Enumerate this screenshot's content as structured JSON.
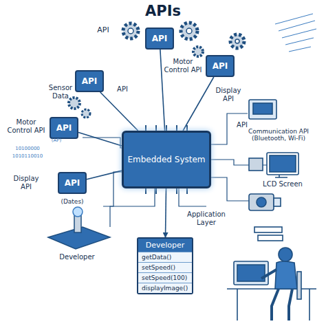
{
  "diagram": {
    "title": "APIs",
    "nodes": [
      {
        "text": [
          "API"
        ]
      },
      {
        "text": [
          "API"
        ]
      },
      {
        "text": [
          "API"
        ]
      },
      {
        "text": [
          "API"
        ]
      },
      {
        "text": [
          "API"
        ]
      },
      {
        "text": [
          "Embedded System"
        ]
      },
      {
        "text": [
          "Developer",
          "getData()",
          "setSpeed()",
          "setSpeed(100)",
          "displayImage()"
        ]
      }
    ],
    "edges": [
      {
        "from": 0,
        "to": 5,
        "arrow": "none"
      },
      {
        "from": 1,
        "to": 5,
        "arrow": "none"
      },
      {
        "from": 2,
        "to": 5,
        "arrow": "none"
      },
      {
        "from": 3,
        "to": 5,
        "arrow": "none"
      },
      {
        "from": 4,
        "to": 5,
        "arrow": "none"
      },
      {
        "from": 5,
        "to": 6,
        "arrow": "to"
      }
    ],
    "labels": [
      "API",
      "Sensor Data",
      "API",
      "Motor Control API",
      "Display API",
      "Motor Control API",
      "Display API",
      "(Dates)",
      "API",
      "Communication API (Bluetooth, Wi-Fi)",
      "LCD Screen",
      "Application Layer",
      "Developer",
      "10100000",
      "1010110010",
      "(AP)"
    ]
  }
}
